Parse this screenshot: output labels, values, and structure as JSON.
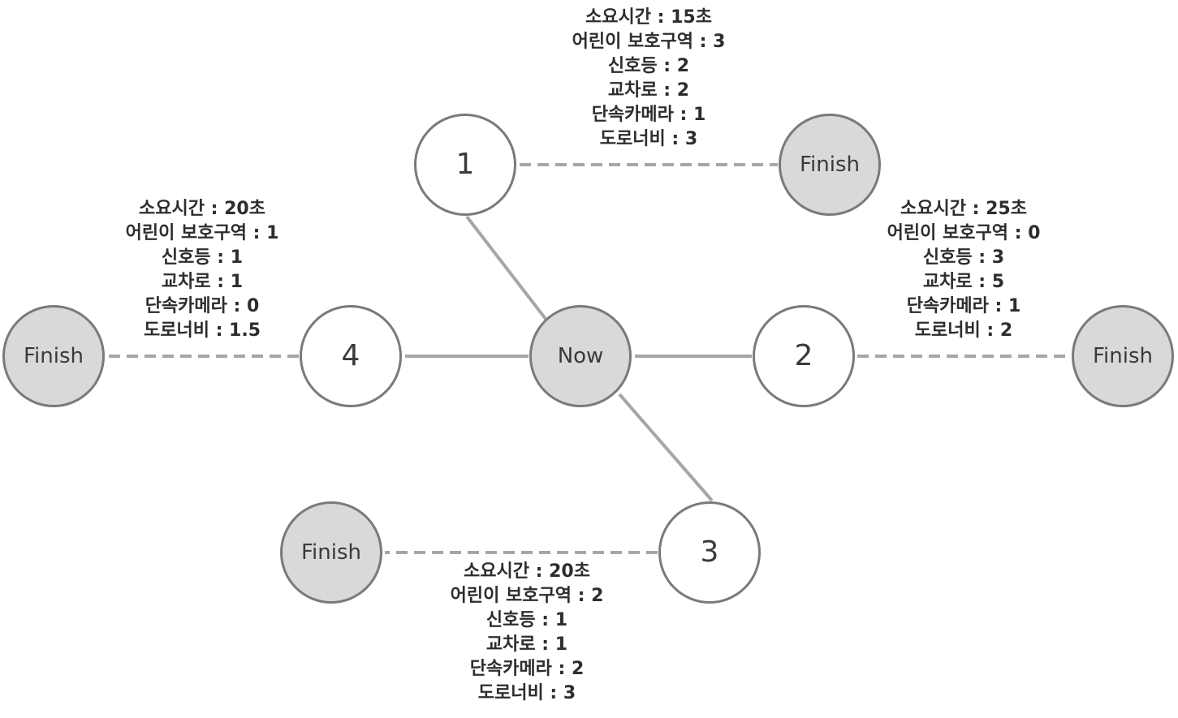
{
  "nodes": {
    "now": {
      "label": "Now"
    },
    "n1": {
      "label": "1"
    },
    "n2": {
      "label": "2"
    },
    "n3": {
      "label": "3"
    },
    "n4": {
      "label": "4"
    },
    "finish1": {
      "label": "Finish"
    },
    "finish2": {
      "label": "Finish"
    },
    "finish3": {
      "label": "Finish"
    },
    "finish4": {
      "label": "Finish"
    }
  },
  "routes": {
    "r1": {
      "time": "소요시간 : 15초",
      "school_zone": "어린이 보호구역 : 3",
      "signals": "신호등 : 2",
      "intersections": "교차로 : 2",
      "speed_cameras": "단속카메라 : 1",
      "road_width": "도로너비 : 3"
    },
    "r2": {
      "time": "소요시간 : 25초",
      "school_zone": "어린이 보호구역 : 0",
      "signals": "신호등 : 3",
      "intersections": "교차로 : 5",
      "speed_cameras": "단속카메라 : 1",
      "road_width": "도로너비 : 2"
    },
    "r3": {
      "time": "소요시간 : 20초",
      "school_zone": "어린이 보호구역 : 2",
      "signals": "신호등 : 1",
      "intersections": "교차로 : 1",
      "speed_cameras": "단속카메라 : 2",
      "road_width": "도로너비 : 3"
    },
    "r4": {
      "time": "소요시간 : 20초",
      "school_zone": "어린이 보호구역 : 1",
      "signals": "신호등 : 1",
      "intersections": "교차로 : 1",
      "speed_cameras": "단속카메라 : 0",
      "road_width": "도로너비 : 1.5"
    }
  },
  "colors": {
    "node_border": "#7a7a7a",
    "gray_fill": "#d9d9d9",
    "solid_edge": "#a6a6a6",
    "dashed_edge": "#a6a6a6",
    "text": "#2d2d2d"
  }
}
